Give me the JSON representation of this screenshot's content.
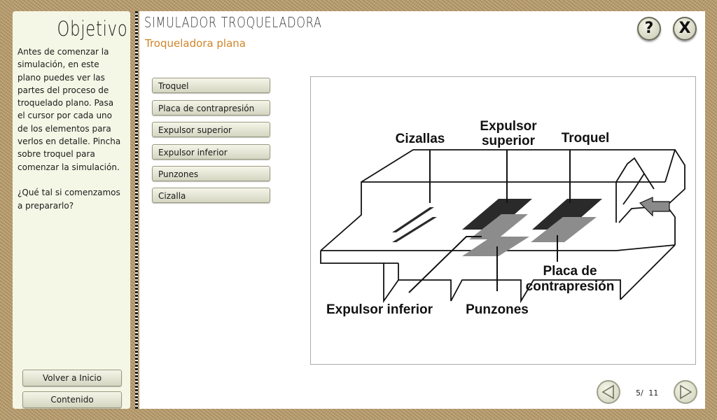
{
  "sidebar": {
    "title": "Objetivo",
    "text": "Antes de comenzar la simulación, en este plano puedes ver las partes del proceso de troquelado plano. Pasa el cursor por cada uno de los elementos para verlos en detalle. Pincha sobre troquel para comenzar la simulación.\n\n¿Qué tal si comenzamos a prepararlo?",
    "home_button": "Volver a Inicio",
    "contents_button": "Contenido"
  },
  "header": {
    "title": "SIMULADOR TROQUELADORA",
    "subtitle": "Troqueladora plana",
    "help_label": "?",
    "close_label": "X",
    "help_icon": "question-icon",
    "close_icon": "close-icon"
  },
  "parts": [
    {
      "label": "Troquel"
    },
    {
      "label": "Placa de contrapresión"
    },
    {
      "label": "Expulsor superior"
    },
    {
      "label": "Expulsor inferior"
    },
    {
      "label": "Punzones"
    },
    {
      "label": "Cizalla"
    }
  ],
  "diagram": {
    "labels": {
      "cizallas": "Cizallas",
      "expulsor_superior_1": "Expulsor",
      "expulsor_superior_2": "superior",
      "troquel": "Troquel",
      "placa_1": "Placa de",
      "placa_2": "contrapresión",
      "expulsor_inferior": "Expulsor inferior",
      "punzones": "Punzones"
    }
  },
  "pager": {
    "current": "5/",
    "total": "11",
    "prev_icon": "triangle-left-icon",
    "next_icon": "triangle-right-icon"
  },
  "colors": {
    "accent": "#d0852a",
    "sidebar_bg": "#f5f7e6",
    "frame": "#b89a68"
  }
}
